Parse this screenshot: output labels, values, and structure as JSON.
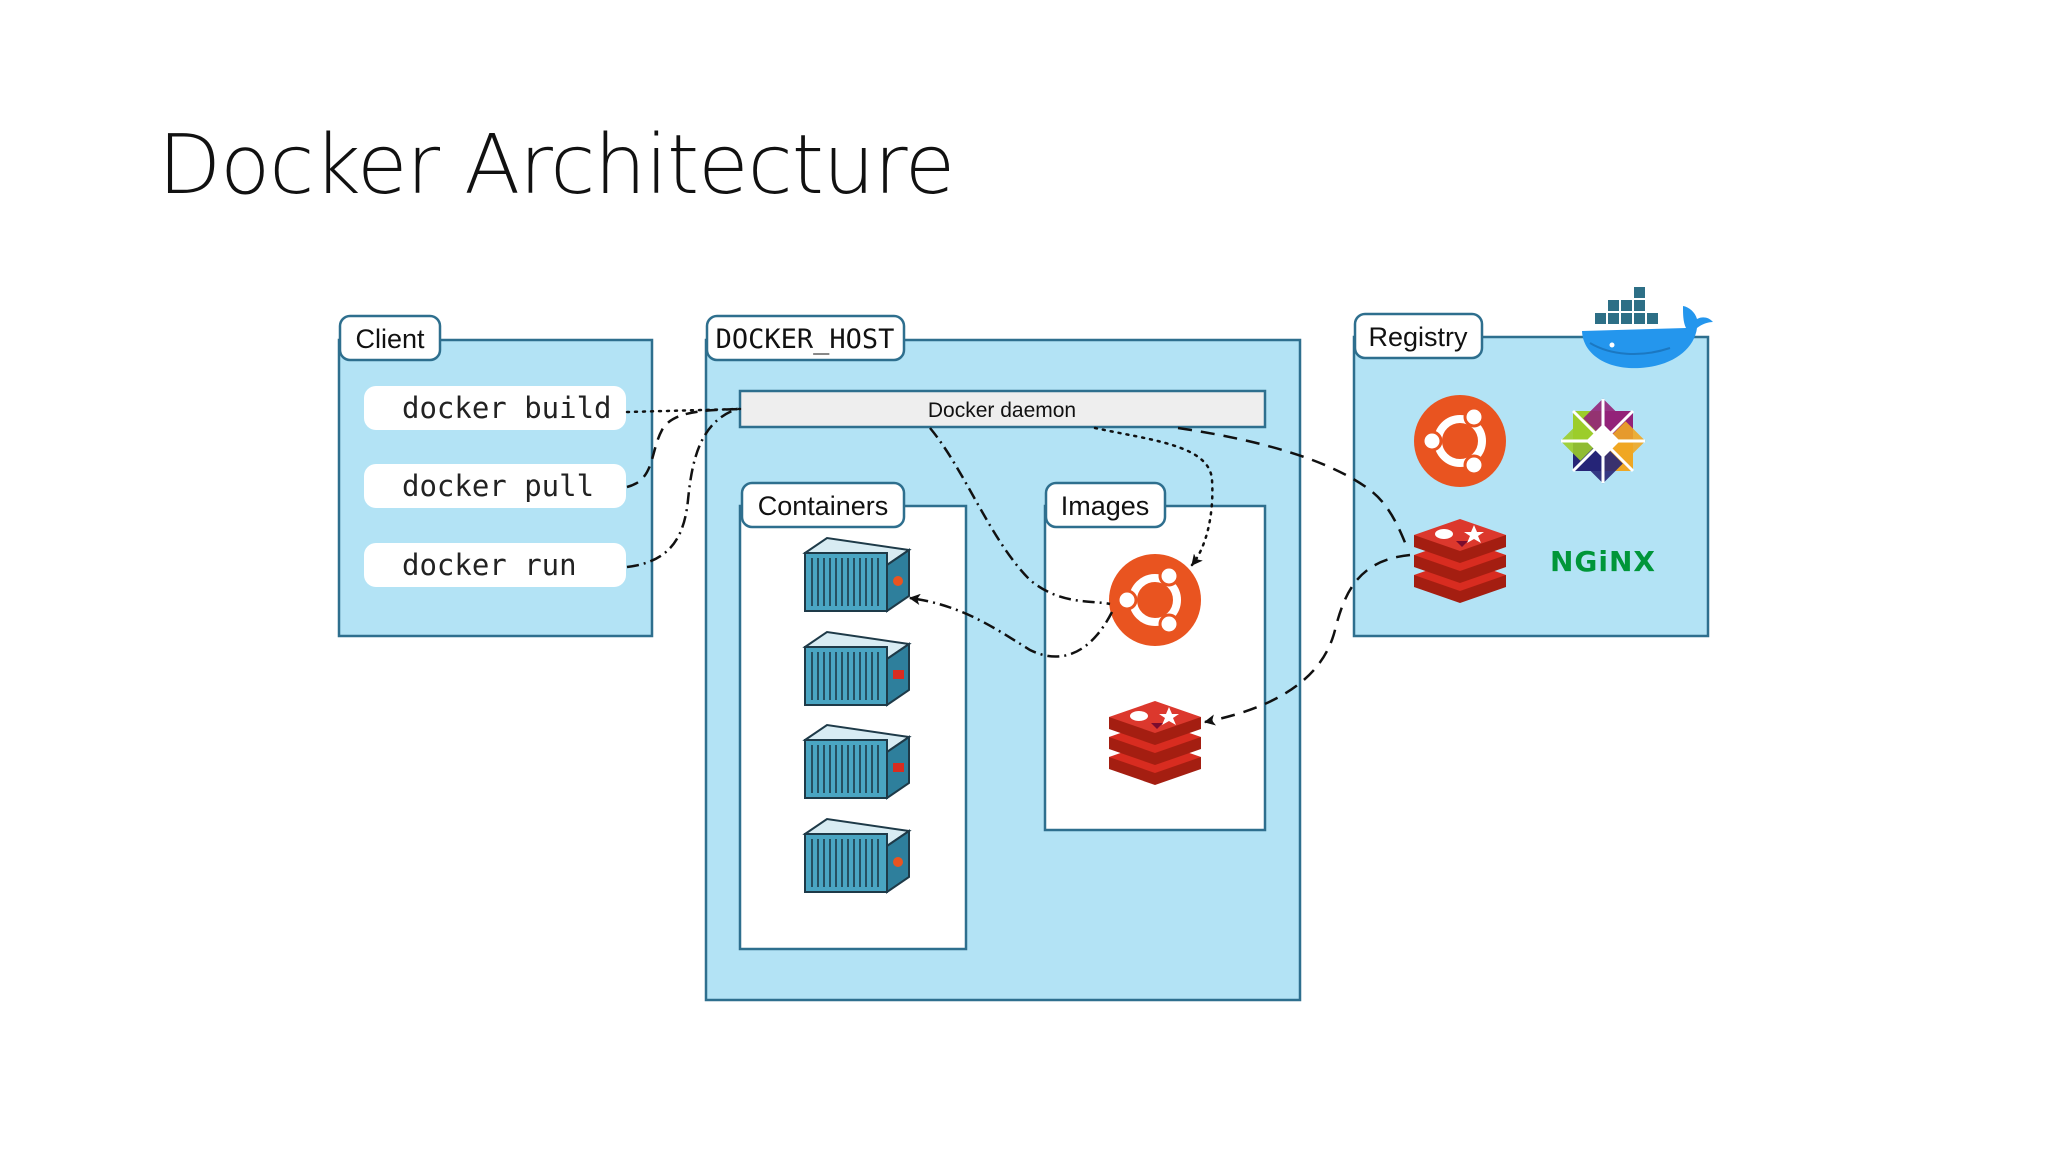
{
  "title": "Docker Architecture",
  "colors": {
    "panel_fill": "#b3e3f5",
    "panel_stroke": "#2e6f8e",
    "inner_fill": "#ffffff",
    "ubuntu_orange": "#e95420",
    "redis_red": "#d82c20",
    "nginx_green": "#009639",
    "docker_blue": "#2496ed"
  },
  "client": {
    "label": "Client",
    "commands": [
      "docker build",
      "docker pull",
      "docker run"
    ]
  },
  "docker_host": {
    "label": "DOCKER_HOST",
    "daemon_label": "Docker daemon",
    "containers_label": "Containers",
    "images_label": "Images",
    "images_icons": [
      "ubuntu-icon",
      "redis-icon"
    ],
    "container_count": 4
  },
  "registry": {
    "label": "Registry",
    "logo_icon": "docker-whale-icon",
    "icons": [
      "ubuntu-icon",
      "centos-icon",
      "redis-icon",
      "nginx-icon"
    ],
    "nginx_text": "NGiNX"
  }
}
